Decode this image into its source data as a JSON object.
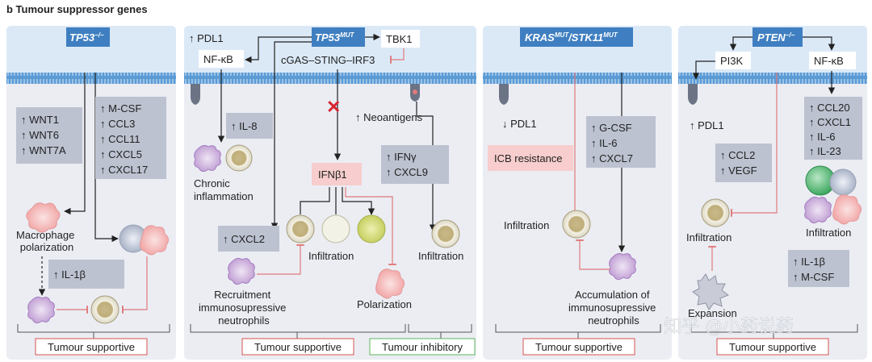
{
  "figure_title": "b  Tumour suppressor genes",
  "panels": {
    "p1": {
      "header": "TP53",
      "header_sup": "−/−",
      "box1": [
        "↑ WNT1",
        "↑ WNT6",
        "↑ WNT7A"
      ],
      "box2": [
        "↑ M-CSF",
        "↑ CCL3",
        "↑ CCL11",
        "↑ CXCL5",
        "↑ CXCL17"
      ],
      "macrophage_label": [
        "Macrophage",
        "polarization"
      ],
      "il1b": "↑ IL-1β",
      "footer": "Tumour supportive"
    },
    "p2": {
      "header": "TP53",
      "header_sup": "MUT",
      "pdl1": "↑ PDL1",
      "nfkb": "NF-κB",
      "tbk1": "TBK1",
      "cgas": "cGAS–STING–IRF3",
      "il8": "↑ IL-8",
      "neoantigens": "↑ Neoantigens",
      "chronic": [
        "Chronic",
        "inflammation"
      ],
      "ifnb1": "IFNβ1",
      "ifng_box": [
        "↑ IFNγ",
        "↑ CXCL9"
      ],
      "cxcl2": "↑ CXCL2",
      "infiltration": "Infiltration",
      "infiltration2": "Infiltration",
      "recruitment": [
        "Recruitment",
        "immunosupressive",
        "neutrophils"
      ],
      "polarization": "Polarization",
      "footer_supportive": "Tumour supportive",
      "footer_inhibitory": "Tumour inhibitory"
    },
    "p3": {
      "header_a": "KRAS",
      "header_a_sup": "MUT",
      "header_sep": "/",
      "header_b": "STK11",
      "header_b_sup": "MUT",
      "pdl1": "↓ PDL1",
      "icb": "ICB resistance",
      "box": [
        "↑ G-CSF",
        "↑ IL-6",
        "↑ CXCL7"
      ],
      "infiltration": "Infiltration",
      "accumulation": [
        "Accumulation of",
        "immunosupressive",
        "neutrophils"
      ],
      "footer": "Tumour supportive"
    },
    "p4": {
      "header": "PTEN",
      "header_sup": "−/−",
      "pi3k": "PI3K",
      "nfkb": "NF-κB",
      "pdl1": "↑ PDL1",
      "box1": [
        "↑ CCL20",
        "↑ CXCL1",
        "↑ IL-6",
        "↑ IL-23"
      ],
      "box2": [
        "↑ CCL2",
        "↑ VEGF"
      ],
      "infiltration_left": "Infiltration",
      "infiltration_right": "Infiltration",
      "box3": [
        "↑ IL-1β",
        "↑ M-CSF"
      ],
      "expansion": "Expansion",
      "footer": "Tumour supportive"
    }
  },
  "watermark": "知乎 @小药说药",
  "colors": {
    "header_blue": "#3f7fc1",
    "membrane_blue": "#5b9bd5",
    "panel_bg": "#ebedf3",
    "cytokine_box": "#bcc2d0",
    "pink_box": "#f7cdcd",
    "inhibit_red": "#e07a7a",
    "supportive_border": "#d9534f",
    "inhibitory_border": "#5cb85c"
  }
}
